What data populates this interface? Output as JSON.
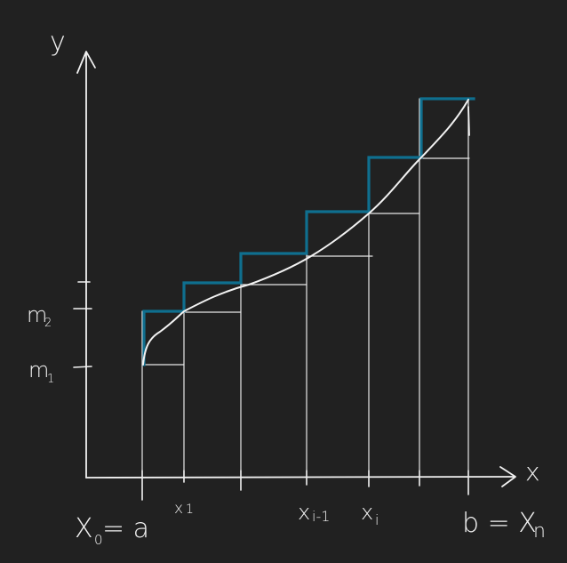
{
  "labels": {
    "y_axis": "y",
    "x_axis": "x",
    "m2": "m",
    "m2_sub": "2",
    "m1": "m",
    "m1_sub": "1",
    "x0_a": "X",
    "x0_sub": "0",
    "x0_eq": "= a",
    "x1": "x",
    "x1_sub": "1",
    "xi_minus_1": "x",
    "xi_minus_1_sub": "i-1",
    "xi": "x",
    "xi_sub": "i",
    "b_xn": "b = X",
    "b_xn_sub": "n"
  },
  "colors": {
    "background": "#212121",
    "chalk": "#f2f2f2",
    "upper_sum": "#0f6f8f"
  }
}
